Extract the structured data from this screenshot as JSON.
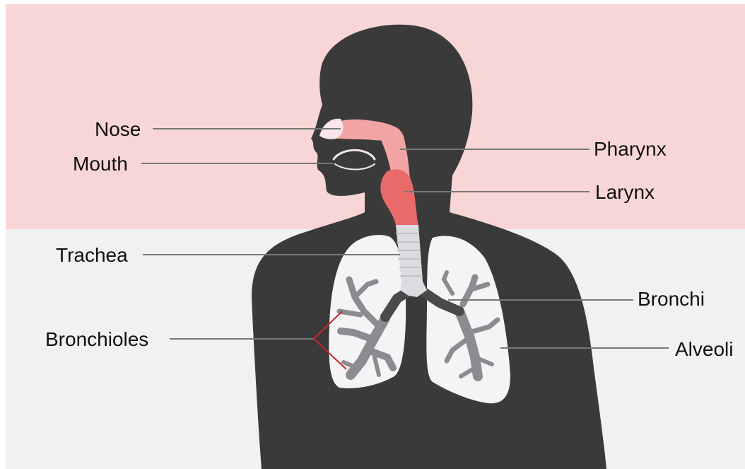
{
  "labels": {
    "nose": "Nose",
    "mouth": "Mouth",
    "pharynx": "Pharynx",
    "larynx": "Larynx",
    "trachea": "Trachea",
    "bronchi": "Bronchi",
    "bronchioles": "Bronchioles",
    "alveoli": "Alveoli"
  },
  "colors": {
    "upper_background": "#f9d6d6",
    "lower_background": "#f1f1f1",
    "silhouette": "#3a3a3a",
    "lung": "#f4f4f6",
    "airway_pink": "#f3a5a5",
    "airway_red": "#ea6a6a",
    "trachea": "#dadce0",
    "bronchi": "#4a4a4a",
    "bronchiole_tree": "#8c8c90",
    "leader_line": "#777777",
    "bracket": "#c62828"
  }
}
